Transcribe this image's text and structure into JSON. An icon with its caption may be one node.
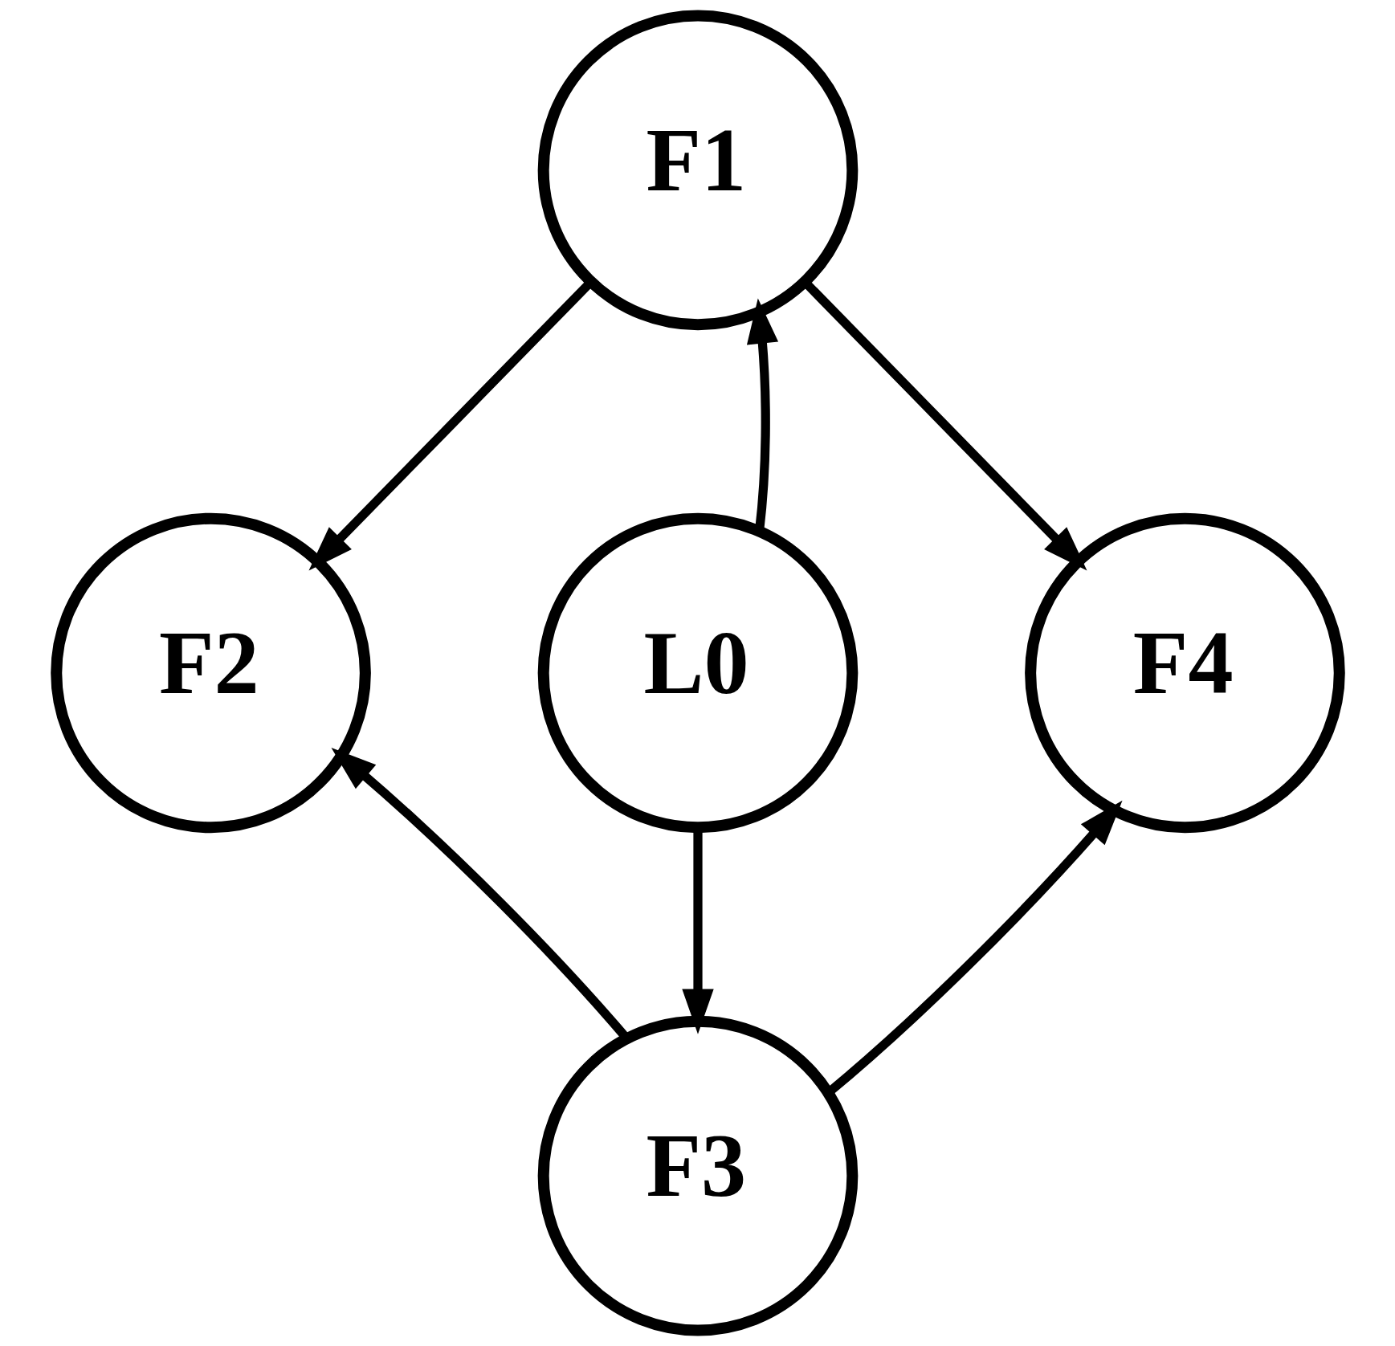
{
  "diagram": {
    "nodes": [
      {
        "text": [
          "F1"
        ]
      },
      {
        "text": [
          "F2"
        ]
      },
      {
        "text": [
          "L0"
        ]
      },
      {
        "text": [
          "F4"
        ]
      },
      {
        "text": [
          "F3"
        ]
      }
    ],
    "edges": [
      {
        "from": 0,
        "to": 1,
        "arrow": "to"
      },
      {
        "from": 0,
        "to": 3,
        "arrow": "to"
      },
      {
        "from": 2,
        "to": 0,
        "arrow": "to"
      },
      {
        "from": 2,
        "to": 4,
        "arrow": "to"
      },
      {
        "from": 4,
        "to": 1,
        "arrow": "to"
      },
      {
        "from": 4,
        "to": 3,
        "arrow": "to"
      }
    ]
  }
}
